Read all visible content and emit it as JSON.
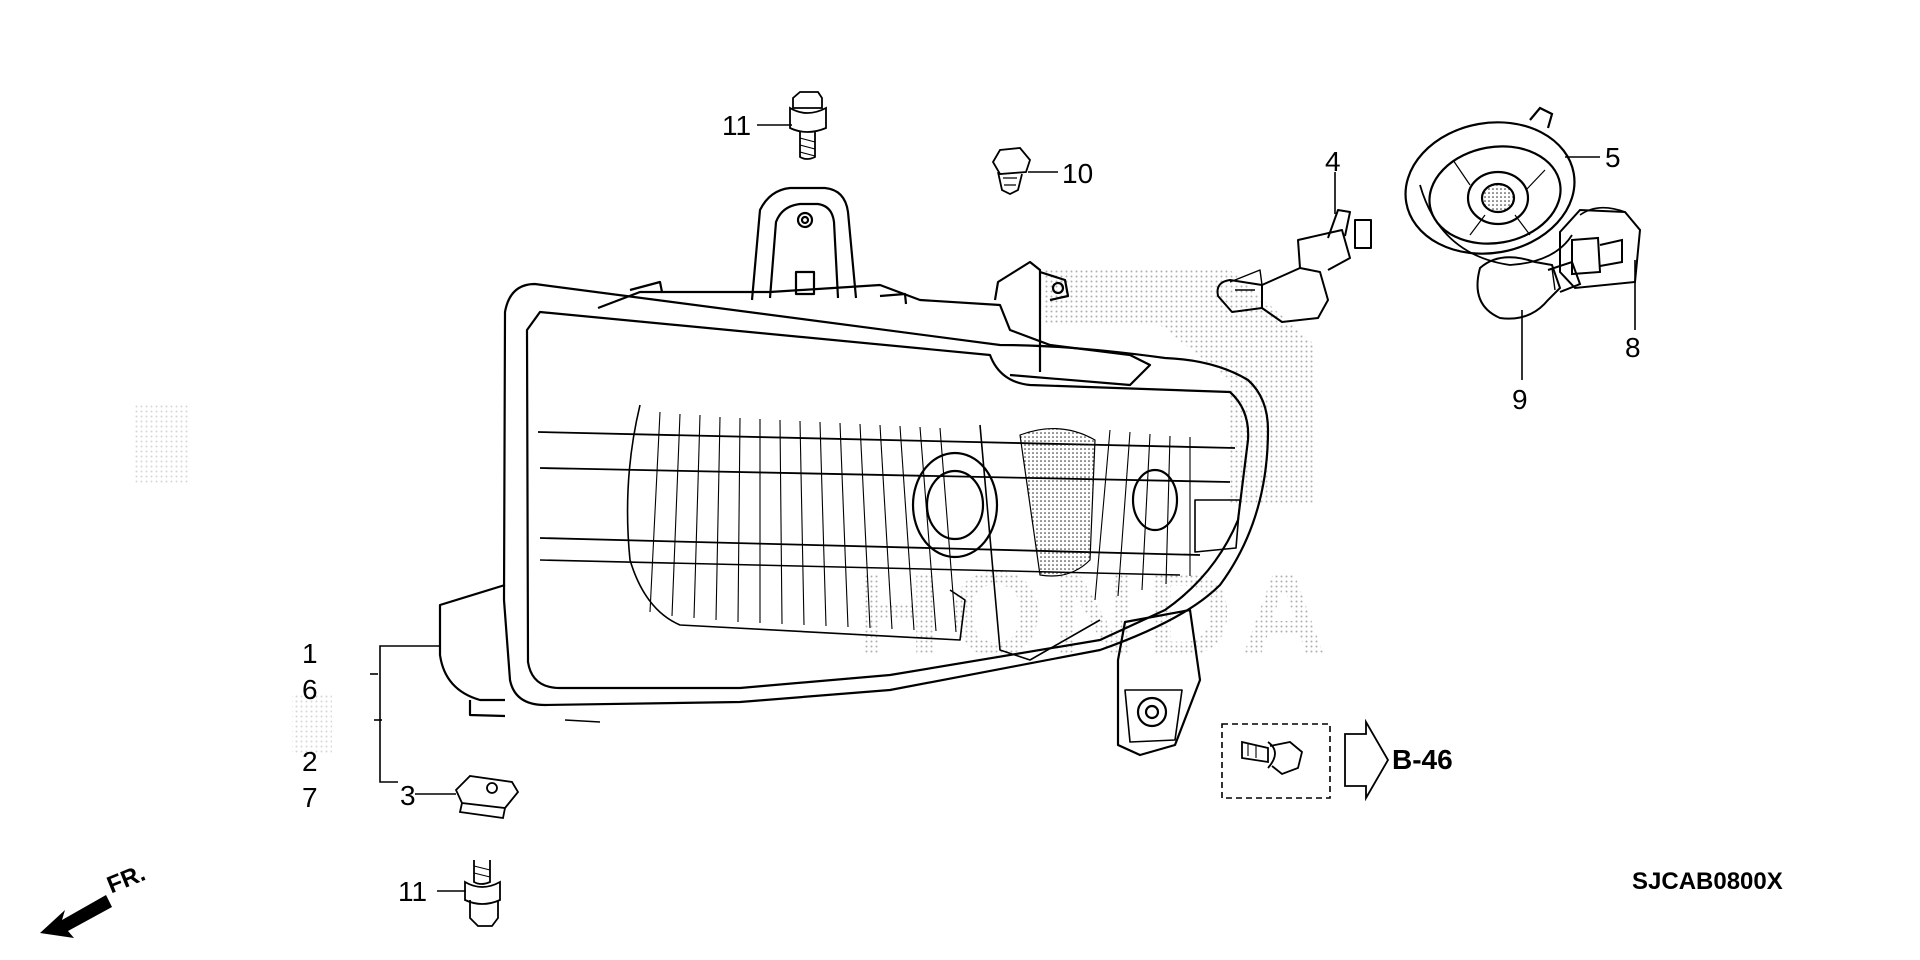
{
  "callouts": {
    "p1": "1",
    "p6": "6",
    "p2": "2",
    "p7": "7",
    "p3": "3",
    "p4": "4",
    "p5": "5",
    "p8": "8",
    "p9": "9",
    "p10": "10",
    "p11_top": "11",
    "p11_bottom": "11"
  },
  "reference": "B-46",
  "direction_label": "FR.",
  "diagram_code": "SJCAB0800X",
  "watermark_text": "HONDA",
  "colors": {
    "ink": "#000000",
    "watermark": "#bdbdbd",
    "paper": "#ffffff"
  }
}
